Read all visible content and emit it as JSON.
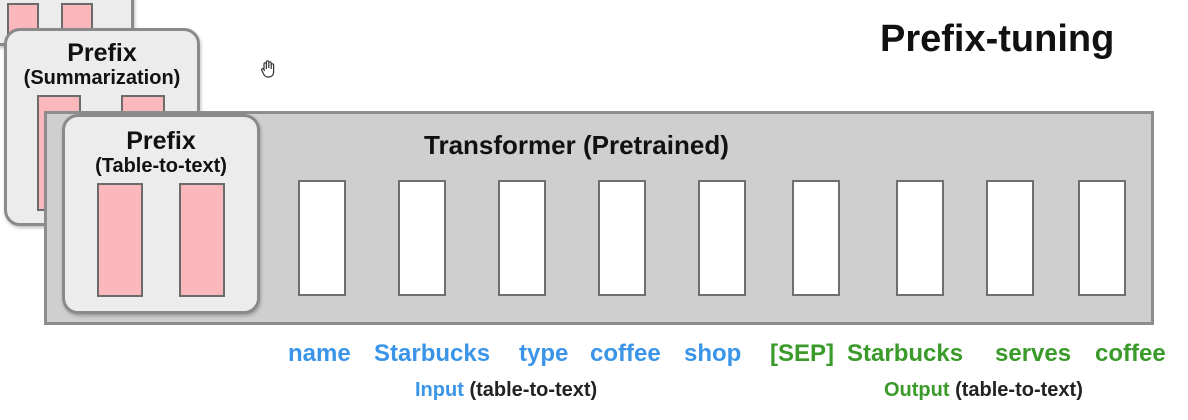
{
  "title": "Prefix-tuning",
  "prefix_cards": {
    "back": {
      "title": ""
    },
    "summarization": {
      "title": "Prefix",
      "subtitle": "(Summarization)"
    },
    "table_to_text": {
      "title": "Prefix",
      "subtitle": "(Table-to-text)"
    }
  },
  "transformer": {
    "label": "Transformer  (Pretrained)"
  },
  "input_tokens": [
    "name",
    "Starbucks",
    "type",
    "coffee",
    "shop"
  ],
  "output_tokens": [
    "[SEP]",
    "Starbucks",
    "serves",
    "coffee"
  ],
  "captions": {
    "input": {
      "accent": "Input",
      "rest": "(table-to-text)"
    },
    "output": {
      "accent": "Output",
      "rest": "(table-to-text)"
    }
  },
  "colors": {
    "prefix_fill": "#fbb8bc",
    "input_text": "#3a95e8",
    "output_text": "#3a9a2a",
    "transformer_fill": "#cfcfcf"
  },
  "icons": {
    "cursor": "hand-cursor-icon"
  }
}
